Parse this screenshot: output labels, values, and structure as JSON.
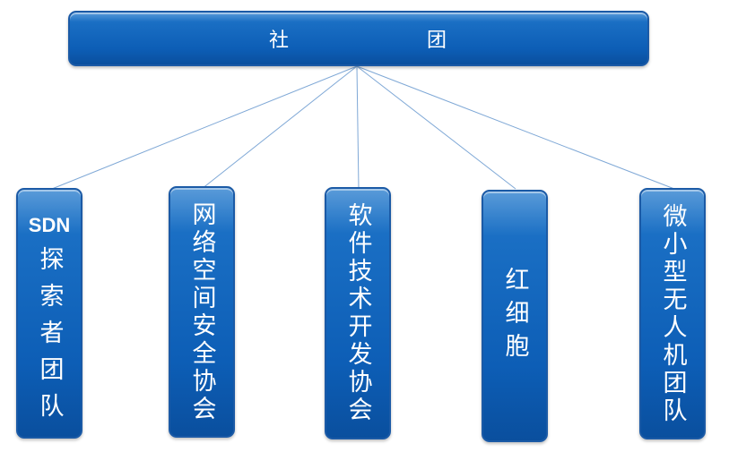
{
  "root": {
    "label": "社团",
    "char1": "社",
    "char2": "团"
  },
  "children": [
    {
      "abbr": "SDN",
      "label": "探索者团队"
    },
    {
      "label": "网络空间安全协会"
    },
    {
      "label": "软件技术开发协会"
    },
    {
      "label": "红细胞"
    },
    {
      "label": "微小型无人机团队"
    }
  ],
  "colors": {
    "node_fill": "#0d5eb6",
    "connector": "#7fa8d6"
  }
}
